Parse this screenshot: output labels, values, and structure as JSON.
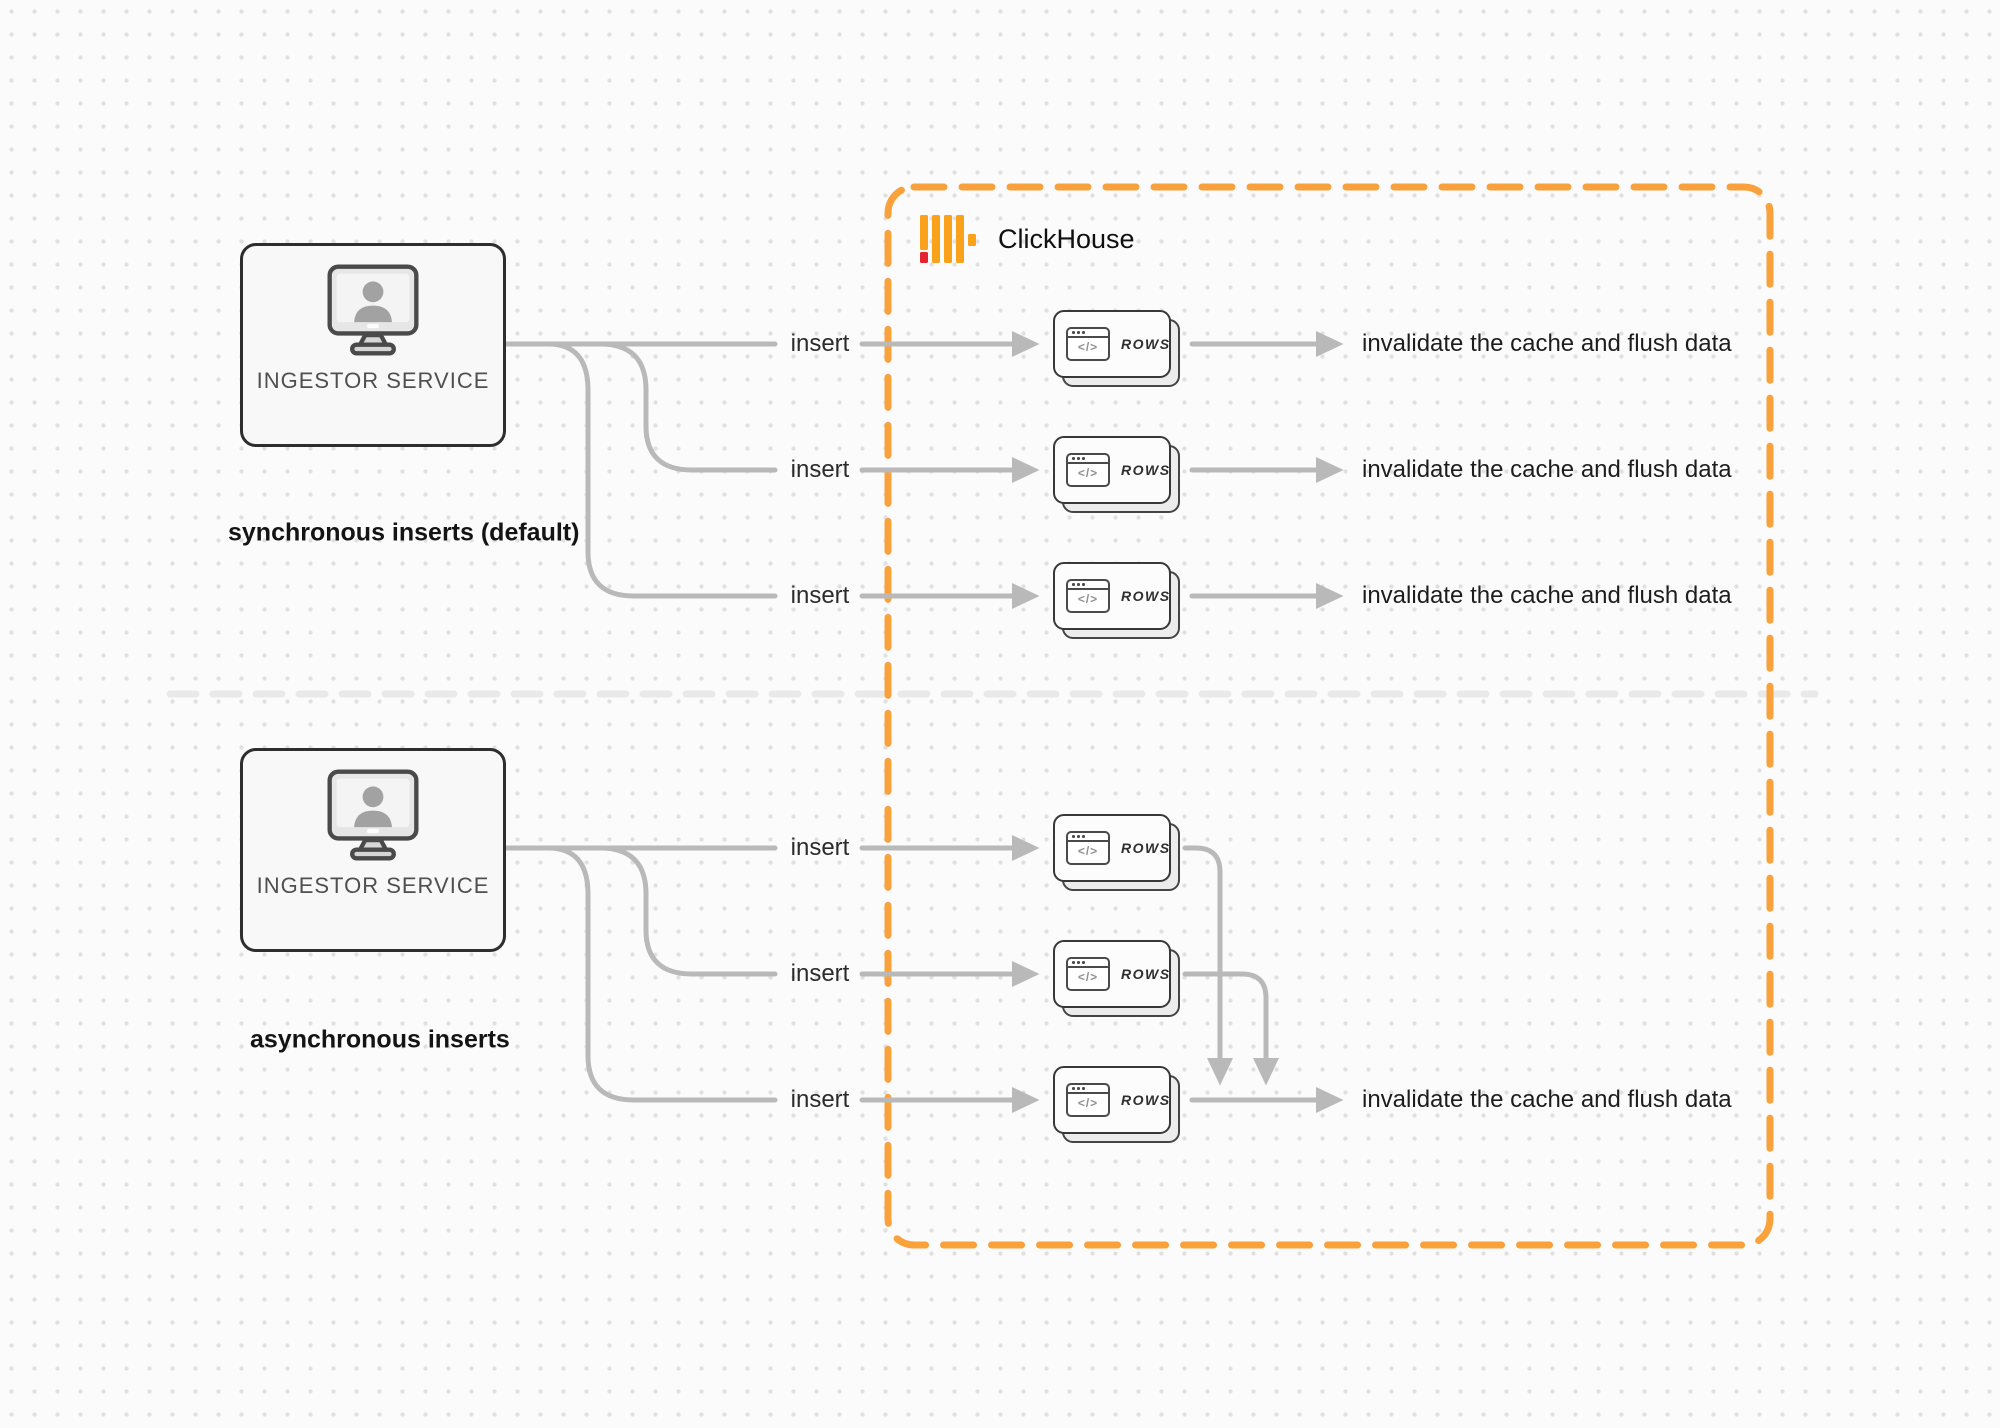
{
  "brand": {
    "name": "ClickHouse"
  },
  "sections": {
    "sync_label": "synchronous inserts (default)",
    "async_label": "asynchronous inserts"
  },
  "nodes": {
    "ingestor_label": "INGESTOR SERVICE",
    "rows_label": "ROWS",
    "code_glyph": "</>"
  },
  "labels": {
    "insert": "insert",
    "invalidate": "invalidate the cache and flush data"
  },
  "colors": {
    "accent_orange": "#F9A23C",
    "logo_yellow": "#FAA21B",
    "logo_red": "#E3262F",
    "connector_gray": "#B9B9B9",
    "divider_gray": "#E9E9E9"
  }
}
